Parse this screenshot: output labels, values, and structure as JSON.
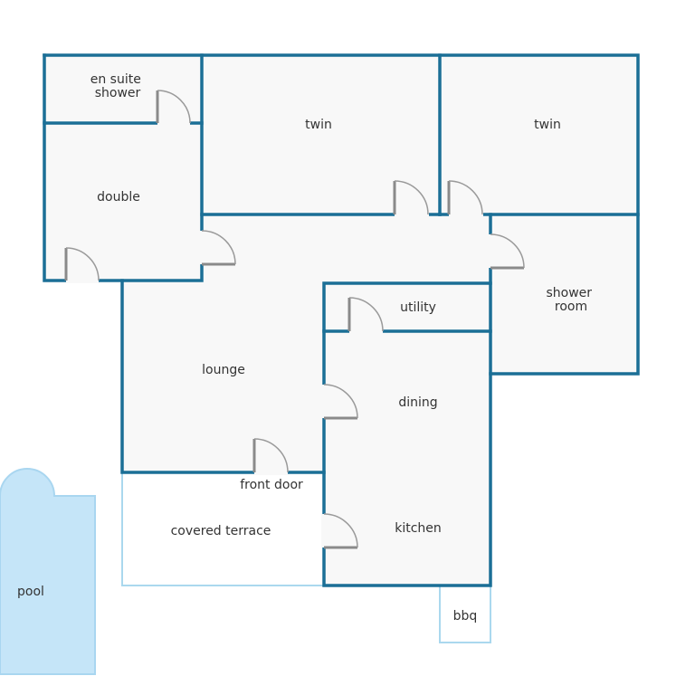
{
  "rooms": {
    "en_suite_shower": [
      "en suite",
      "shower"
    ],
    "twin_1": "twin",
    "twin_2": "twin",
    "double": "double",
    "shower_room": [
      "shower",
      "room"
    ],
    "utility": "utility",
    "lounge": "lounge",
    "dining": "dining",
    "kitchen": "kitchen",
    "front_door": "front door",
    "covered_terrace": "covered terrace",
    "bbq": "bbq",
    "pool": "pool"
  },
  "colors": {
    "wall": "#1b6f96",
    "room_fill": "#f8f8f8",
    "outdoor_outline": "#aad8ee",
    "pool_fill": "#c5e5f8",
    "door": "#8a8a8a",
    "text": "#333333"
  }
}
